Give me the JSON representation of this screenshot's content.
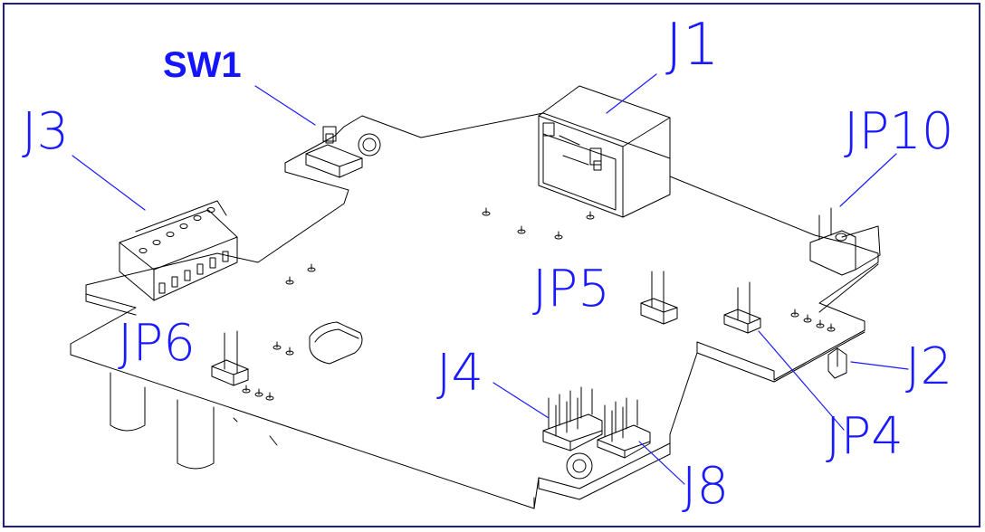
{
  "colors": {
    "label": "#1a1aff",
    "frame": "#1f1f8c",
    "outline": "#000000",
    "leader": "#1a1aff"
  },
  "labels": {
    "sw1": "SW1",
    "j1": "J1",
    "j2": "J2",
    "j3": "J3",
    "j4": "J4",
    "j8": "J8",
    "jp4": "JP4",
    "jp5": "JP5",
    "jp6": "JP6",
    "jp10": "JP10"
  }
}
